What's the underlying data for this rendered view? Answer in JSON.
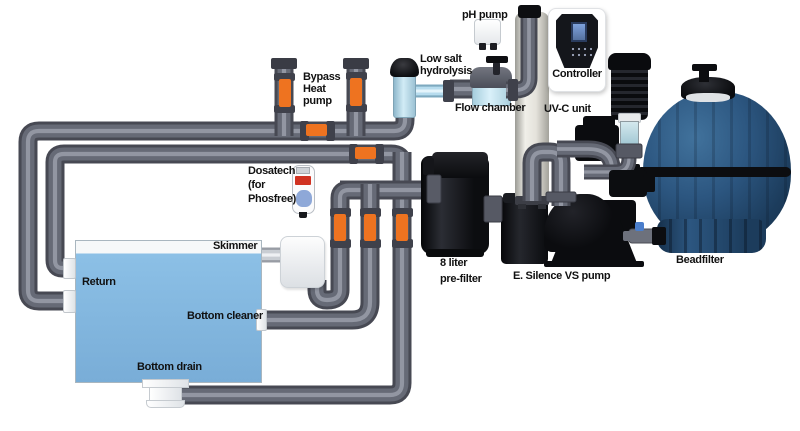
{
  "diagram": {
    "title_hint": "Pond/pool filtration system schematic",
    "labels": {
      "bypass_l1": "Bypass",
      "bypass_l2": "Heat",
      "bypass_l3": "pump",
      "ph_pump": "pH pump",
      "low_salt_l1": "Low salt",
      "low_salt_l2": "hydrolysis",
      "flow_chamber": "Flow chamber",
      "controller": "Controller",
      "uvc_unit": "UV-C unit",
      "dosatech_l1": "Dosatech",
      "dosatech_l2": "(for",
      "dosatech_l3": "Phosfree)",
      "skimmer": "Skimmer",
      "return": "Return",
      "bottom_cleaner": "Bottom cleaner",
      "bottom_drain": "Bottom drain",
      "prefilter_l1": "8 liter",
      "prefilter_l2": "pre-filter",
      "pump": "E. Silence VS pump",
      "beadfilter": "Beadfilter"
    },
    "colors": {
      "pipe_mid": "#666a76",
      "pipe_dark": "#474953",
      "pipe_highlight": "#9296a2",
      "valve_orange": "#ee7320",
      "valve_nut": "#3f414b",
      "pool_water": "#84b9e2",
      "beadfilter_navy": "#2c5680",
      "equipment_black": "#0c0d10",
      "glass_blue": "#bcdcec"
    }
  }
}
